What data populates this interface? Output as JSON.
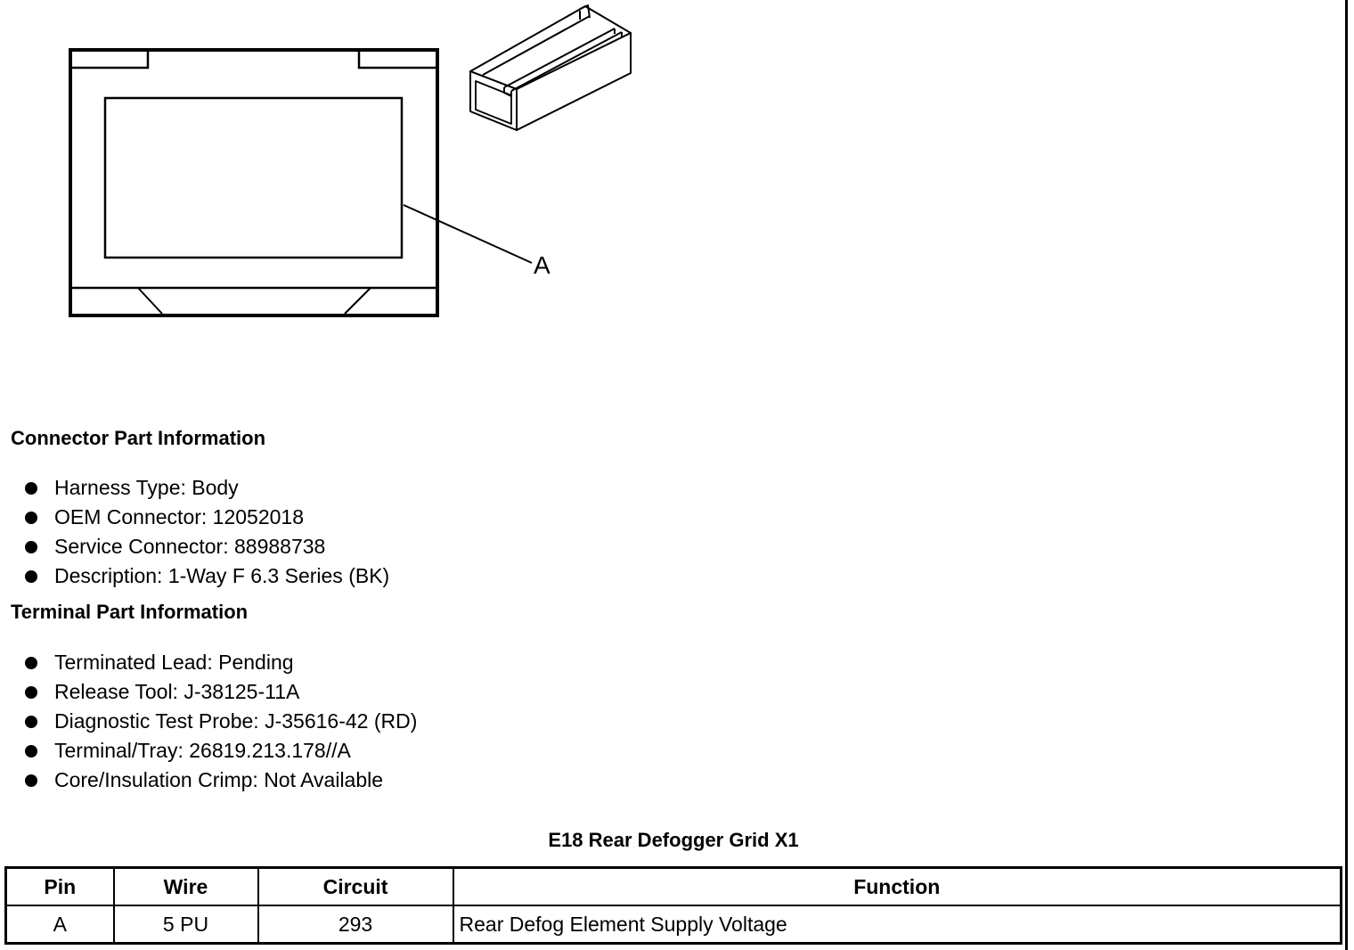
{
  "diagram": {
    "callout_label": "A"
  },
  "connector_section": {
    "title": "Connector Part Information",
    "items": [
      "Harness Type: Body",
      "OEM Connector: 12052018",
      "Service Connector: 88988738",
      "Description: 1-Way F 6.3 Series (BK)"
    ]
  },
  "terminal_section": {
    "title": "Terminal Part Information",
    "items": [
      "Terminated Lead: Pending",
      "Release Tool: J-38125-11A",
      "Diagnostic Test Probe: J-35616-42 (RD)",
      "Terminal/Tray: 26819.213.178//A",
      "Core/Insulation Crimp: Not Available"
    ]
  },
  "pin_table": {
    "title": "E18 Rear Defogger Grid X1",
    "headers": {
      "pin": "Pin",
      "wire": "Wire",
      "circuit": "Circuit",
      "function": "Function"
    },
    "rows": [
      {
        "pin": "A",
        "wire": "5 PU",
        "circuit": "293",
        "function": "Rear Defog Element Supply Voltage"
      }
    ]
  }
}
